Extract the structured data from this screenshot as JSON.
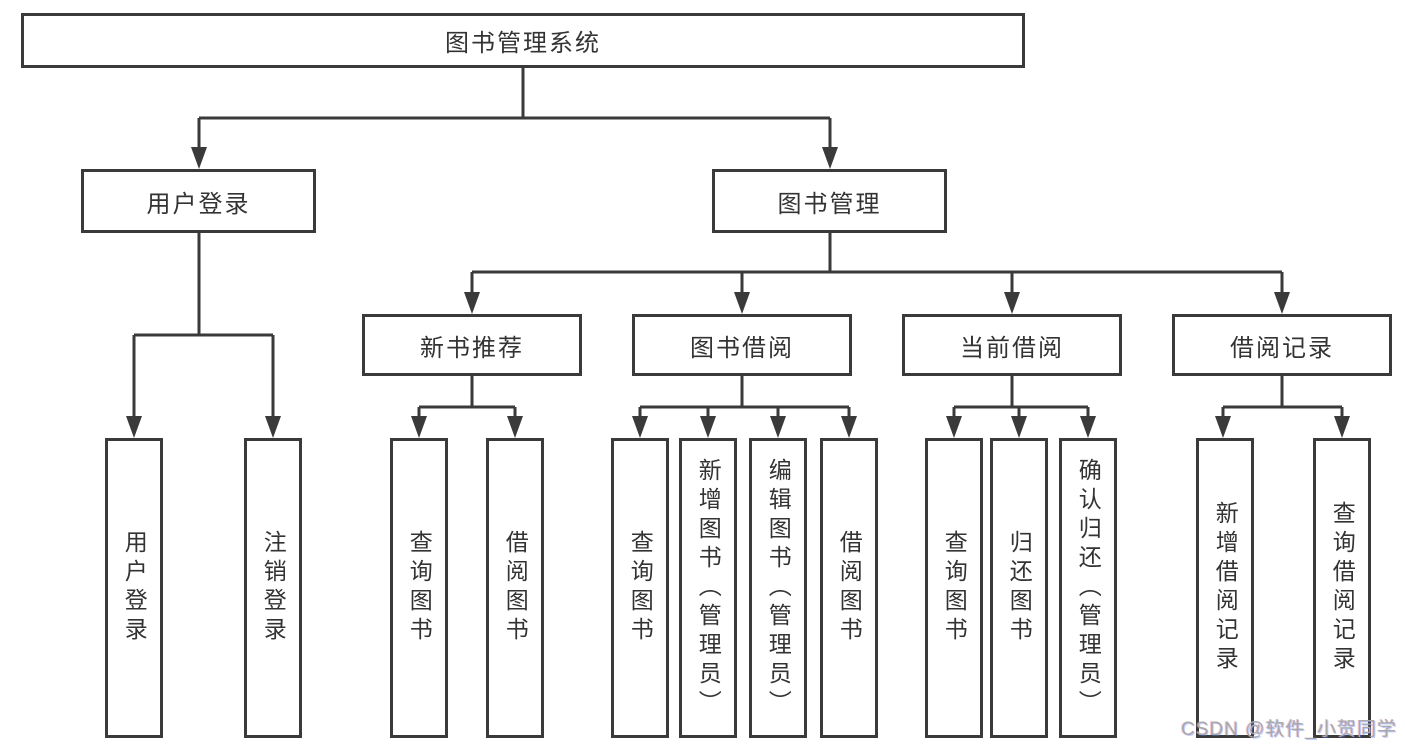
{
  "diagram_title": "图书管理系统",
  "tree": {
    "label": "图书管理系统",
    "children": [
      {
        "label": "用户登录",
        "children": [
          {
            "label": "用户登录"
          },
          {
            "label": "注销登录"
          }
        ]
      },
      {
        "label": "图书管理",
        "children": [
          {
            "label": "新书推荐",
            "children": [
              {
                "label": "查询图书"
              },
              {
                "label": "借阅图书"
              }
            ]
          },
          {
            "label": "图书借阅",
            "children": [
              {
                "label": "查询图书"
              },
              {
                "label": "新增图书（管理员）"
              },
              {
                "label": "编辑图书（管理员）"
              },
              {
                "label": "借阅图书"
              }
            ]
          },
          {
            "label": "当前借阅",
            "children": [
              {
                "label": "查询图书"
              },
              {
                "label": "归还图书"
              },
              {
                "label": "确认归还（管理员）"
              }
            ]
          },
          {
            "label": "借阅记录",
            "children": [
              {
                "label": "新增借阅记录"
              },
              {
                "label": "查询借阅记录"
              }
            ]
          }
        ]
      }
    ]
  },
  "watermark": {
    "text": "CSDN @软件_小贺同学"
  },
  "colors": {
    "line": "#3a3a3a",
    "box_border": "#3a3a3a",
    "text": "#333333",
    "background": "#ffffff",
    "watermark_text": "#a9a9a9"
  }
}
